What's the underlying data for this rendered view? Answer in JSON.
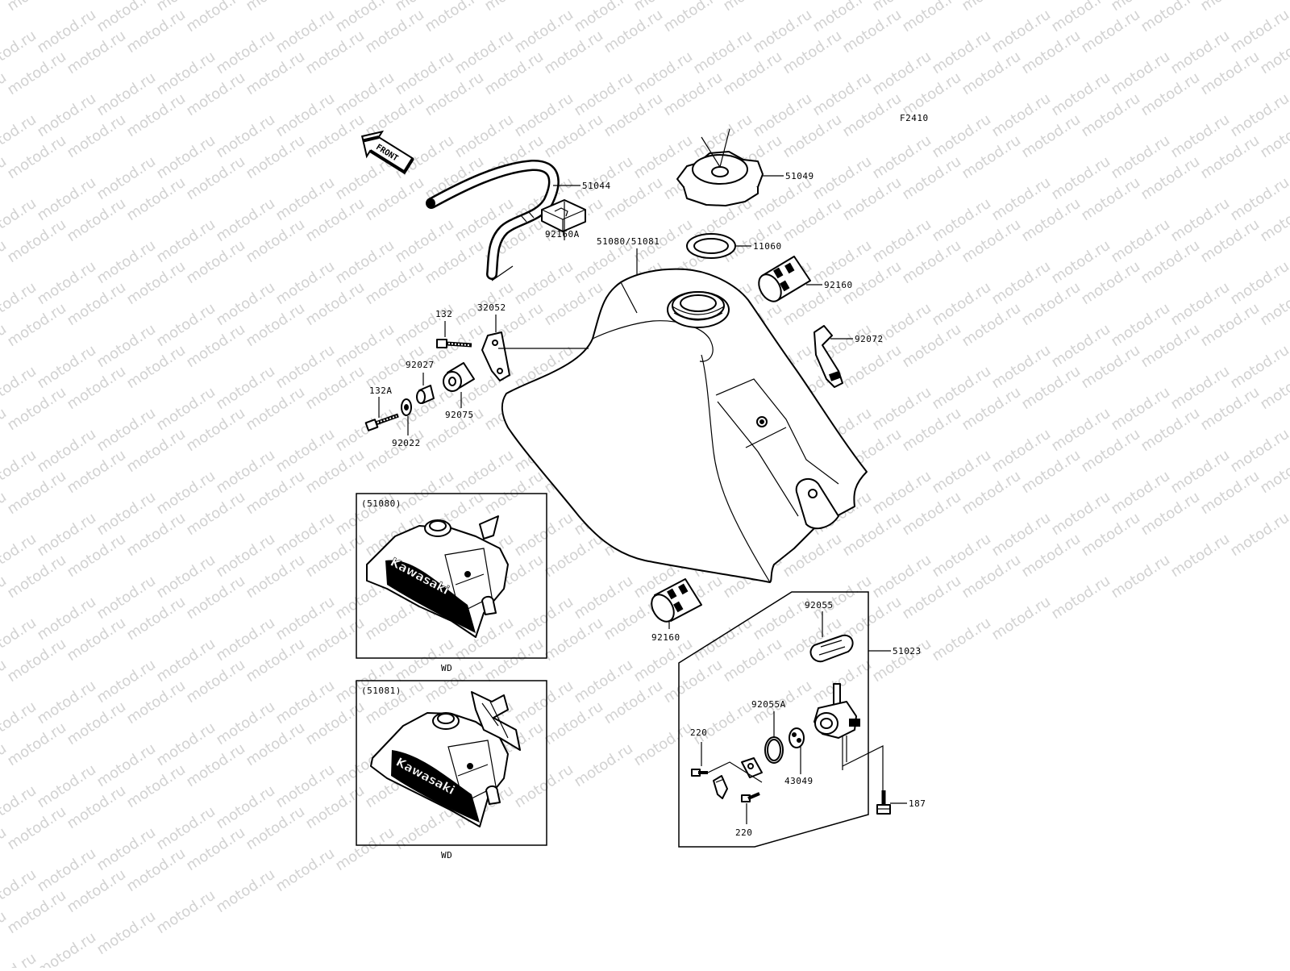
{
  "figure_code": "F2410",
  "watermark_text": "motod.ru",
  "front_arrow_label": "FRONT",
  "callouts": {
    "p51044": "51044",
    "p51049": "51049",
    "p11060": "11060",
    "p92160a_top": "92160A",
    "p51080_51081": "51080/51081",
    "p92160_right": "92160",
    "p132": "132",
    "p32052": "32052",
    "p92072": "92072",
    "p92027": "92027",
    "p92075": "92075",
    "p132a": "132A",
    "p92022": "92022",
    "p92160_bottom": "92160",
    "p92055": "92055",
    "p51023": "51023",
    "p92055a": "92055A",
    "p220_top": "220",
    "p43049": "43049",
    "p220_bottom": "220",
    "p187": "187"
  },
  "inset_51080": {
    "title": "(51080)",
    "caption": "WD",
    "decal_text": "Kawasaki"
  },
  "inset_51081": {
    "title": "(51081)",
    "caption": "WD",
    "decal_text": "Kawasaki"
  }
}
